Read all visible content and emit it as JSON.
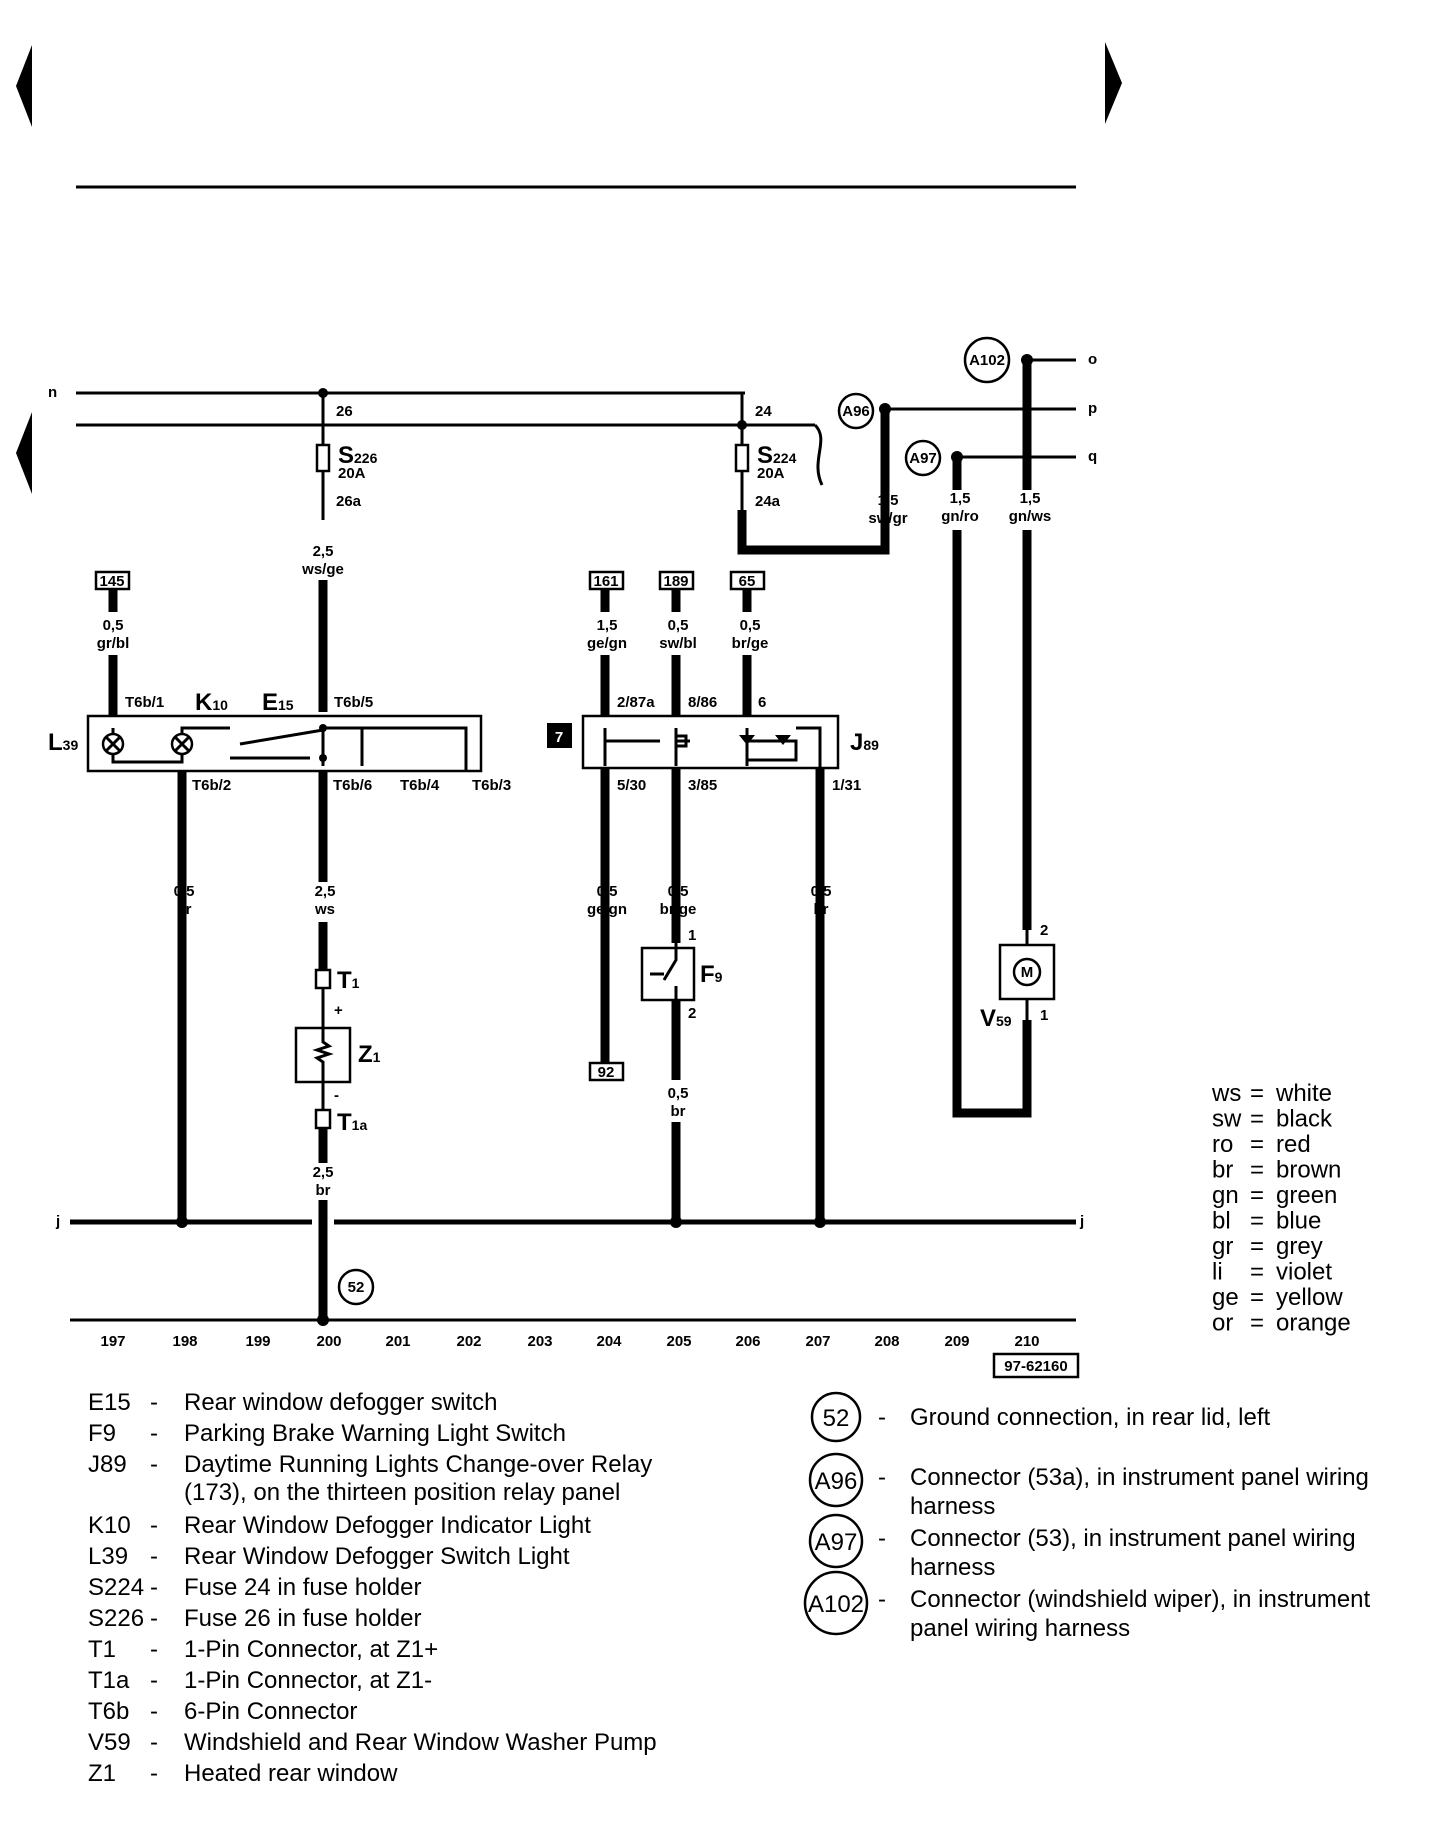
{
  "nav": {
    "prev_arrow_icon": "triangle-left-icon",
    "next_arrow_icon": "triangle-right-icon"
  },
  "rails": {
    "n": "n",
    "j_left": "j",
    "j_right": "j",
    "o": "o",
    "p": "p",
    "q": "q"
  },
  "fuses": {
    "s226_name": "S",
    "s226_sub": "226",
    "s226_rating": "20A",
    "s226_in": "26",
    "s226_out": "26a",
    "s224_name": "S",
    "s224_sub": "224",
    "s224_rating": "20A",
    "s224_in": "24",
    "s224_out": "24a"
  },
  "wires": {
    "w_ws_ge_size": "2,5",
    "w_ws_ge_color": "ws/ge",
    "w_145_size": "0,5",
    "w_145_color": "gr/bl",
    "w_161_size": "1,5",
    "w_161_color": "ge/gn",
    "w_189_size": "0,5",
    "w_189_color": "sw/bl",
    "w_65_size": "0,5",
    "w_65_color": "br/ge",
    "w_swgr_size": "1,5",
    "w_swgr_color": "sw/gr",
    "w_gnro_size": "1,5",
    "w_gnro_color": "gn/ro",
    "w_gnws_size": "1,5",
    "w_gnws_color": "gn/ws",
    "w_t6b2_size": "0,5",
    "w_t6b2_color": "br",
    "w_t6b6_size": "2,5",
    "w_t6b6_color": "ws",
    "w_530_size": "0,5",
    "w_530_color": "ge/gn",
    "w_385_size": "0,5",
    "w_385_color": "br/ge",
    "w_131_size": "0,5",
    "w_131_color": "br",
    "w_z1_size": "2,5",
    "w_z1_color": "br",
    "w_f9_size": "0,5",
    "w_f9_color": "br"
  },
  "refs": {
    "r145": "145",
    "r161": "161",
    "r189": "189",
    "r65": "65",
    "r92": "92",
    "relay_position": "7",
    "diagram_id": "97-62160"
  },
  "pins": {
    "t6b1": "T6b/1",
    "t6b5": "T6b/5",
    "t6b2": "T6b/2",
    "t6b6": "T6b/6",
    "t6b4": "T6b/4",
    "t6b3": "T6b/3",
    "p287a": "2/87a",
    "p886": "8/86",
    "p6": "6",
    "p530": "5/30",
    "p385": "3/85",
    "p131": "1/31",
    "f9_1": "1",
    "f9_2": "2",
    "v59_2": "2",
    "v59_1": "1",
    "z1_plus": "+",
    "z1_minus": "-"
  },
  "components": {
    "l39": "L",
    "l39_sub": "39",
    "k10": "K",
    "k10_sub": "10",
    "e15": "E",
    "e15_sub": "15",
    "j89": "J",
    "j89_sub": "89",
    "f9": "F",
    "f9_sub": "9",
    "t1": "T",
    "t1_sub": "1",
    "z1": "Z",
    "z1_sub": "1",
    "t1a": "T",
    "t1a_sub": "1a",
    "v59": "V",
    "v59_sub": "59",
    "motor": "M"
  },
  "connectors": {
    "a102": "A102",
    "a96": "A96",
    "a97": "A97",
    "g52": "52"
  },
  "axis": {
    "columns": [
      "197",
      "198",
      "199",
      "200",
      "201",
      "202",
      "203",
      "204",
      "205",
      "206",
      "207",
      "208",
      "209",
      "210"
    ]
  },
  "color_legend": [
    {
      "code": "ws",
      "eq": "=",
      "name": "white"
    },
    {
      "code": "sw",
      "eq": "=",
      "name": "black"
    },
    {
      "code": "ro",
      "eq": "=",
      "name": "red"
    },
    {
      "code": "br",
      "eq": "=",
      "name": "brown"
    },
    {
      "code": "gn",
      "eq": "=",
      "name": "green"
    },
    {
      "code": "bl",
      "eq": "=",
      "name": "blue"
    },
    {
      "code": "gr",
      "eq": "=",
      "name": "grey"
    },
    {
      "code": "li",
      "eq": "=",
      "name": "violet"
    },
    {
      "code": "ge",
      "eq": "=",
      "name": "yellow"
    },
    {
      "code": "or",
      "eq": "=",
      "name": "orange"
    }
  ],
  "component_legend": [
    {
      "code": "E15",
      "dash": "-",
      "text": "Rear window defogger switch"
    },
    {
      "code": "F9",
      "dash": "-",
      "text": "Parking Brake Warning Light Switch"
    },
    {
      "code": "J89",
      "dash": "-",
      "text": "Daytime Running Lights Change-over Relay"
    },
    {
      "code": "",
      "dash": "",
      "text": "(173), on the thirteen position relay panel"
    },
    {
      "code": "K10",
      "dash": "-",
      "text": "Rear Window Defogger Indicator Light"
    },
    {
      "code": "L39",
      "dash": "-",
      "text": "Rear Window Defogger Switch Light"
    },
    {
      "code": "S224",
      "dash": "-",
      "text": "Fuse 24 in fuse holder"
    },
    {
      "code": "S226",
      "dash": "-",
      "text": "Fuse 26 in fuse holder"
    },
    {
      "code": "T1",
      "dash": "-",
      "text": "1-Pin Connector, at Z1+"
    },
    {
      "code": "T1a",
      "dash": "-",
      "text": "1-Pin Connector, at Z1-"
    },
    {
      "code": "T6b",
      "dash": "-",
      "text": "6-Pin Connector"
    },
    {
      "code": "V59",
      "dash": "-",
      "text": "Windshield and Rear Window Washer Pump"
    },
    {
      "code": "Z1",
      "dash": "-",
      "text": "Heated rear window"
    }
  ],
  "connector_legend": [
    {
      "code": "52",
      "dash": "-",
      "line1": "Ground connection, in rear lid, left",
      "line2": ""
    },
    {
      "code": "A96",
      "dash": "-",
      "line1": "Connector (53a), in instrument panel wiring",
      "line2": "harness"
    },
    {
      "code": "A97",
      "dash": "-",
      "line1": "Connector (53), in instrument panel wiring",
      "line2": "harness"
    },
    {
      "code": "A102",
      "dash": "-",
      "line1": "Connector (windshield wiper), in instrument",
      "line2": "panel wiring harness"
    }
  ]
}
